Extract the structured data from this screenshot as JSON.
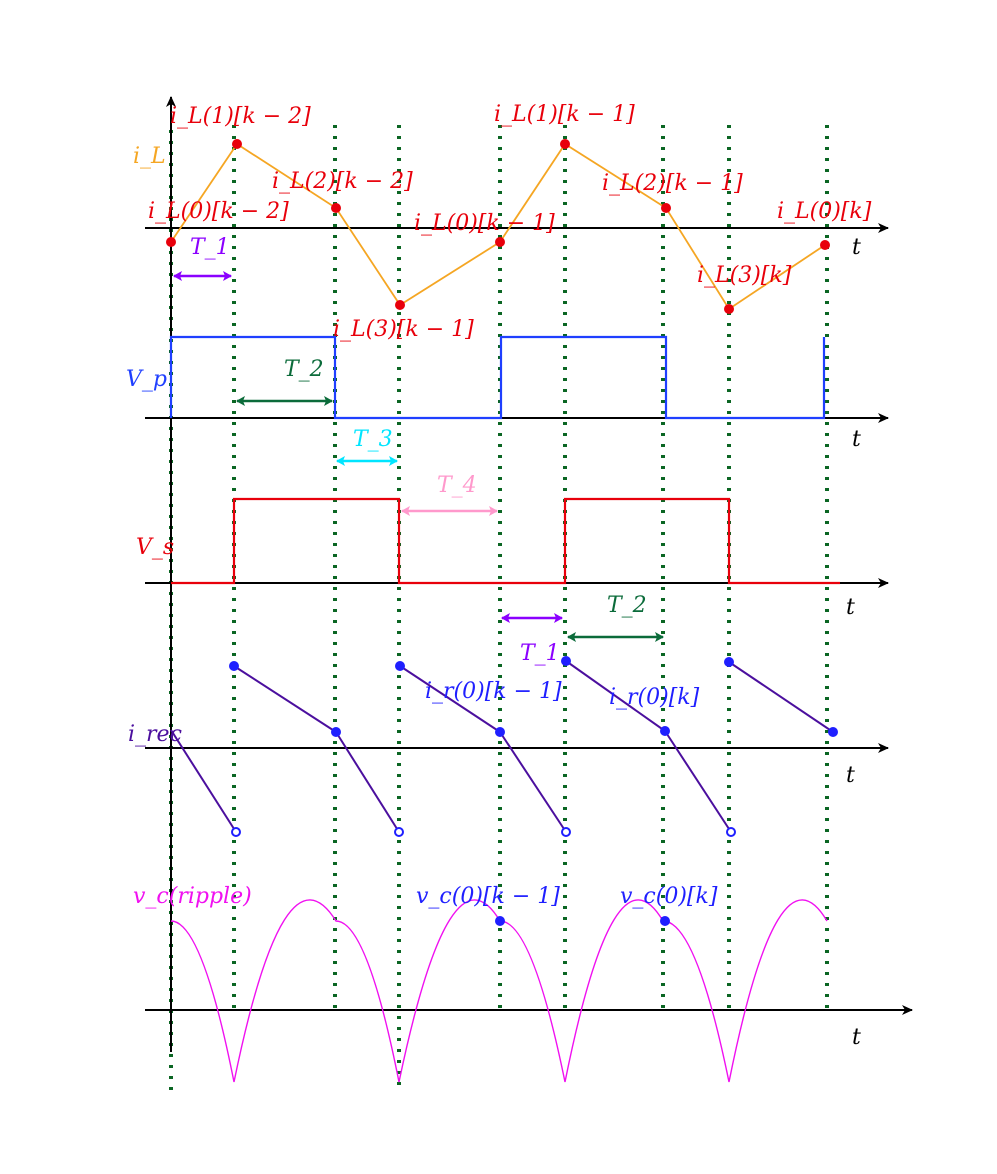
{
  "colors": {
    "axis": "#000000",
    "grid": "#0b6623",
    "iL": "#f5a623",
    "iL_points": "#e8000b",
    "Vp": "#1f3fff",
    "Vs": "#e8000b",
    "irec": "#4b0f9e",
    "irec_points": "#1f1fff",
    "vc": "#f010f0",
    "T1": "#8b00ff",
    "T2": "#0b6b3a",
    "T3": "#00e5ff",
    "T4": "#ff99cc"
  },
  "axes": {
    "t_label": "t"
  },
  "labels": {
    "iL": "i_L",
    "Vp": "V_p",
    "Vs": "V_s",
    "irec": "i_rec",
    "vc": "v_c(ripple)"
  },
  "iL_points": [
    {
      "text": "i_L(0)[k − 2]"
    },
    {
      "text": "i_L(1)[k − 2]"
    },
    {
      "text": "i_L(2)[k − 2]"
    },
    {
      "text": "i_L(3)[k − 1]"
    },
    {
      "text": "i_L(0)[k − 1]"
    },
    {
      "text": "i_L(1)[k − 1]"
    },
    {
      "text": "i_L(2)[k − 1]"
    },
    {
      "text": "i_L(3)[k]"
    },
    {
      "text": "i_L(0)[k]"
    }
  ],
  "irec_points": [
    {
      "text": "i_r(0)[k − 1]"
    },
    {
      "text": "i_r(0)[k]"
    }
  ],
  "vc_points": [
    {
      "text": "v_c(0)[k − 1]"
    },
    {
      "text": "v_c(0)[k]"
    }
  ],
  "intervals": {
    "T1": "T_1",
    "T2": "T_2",
    "T3": "T_3",
    "T4": "T_4"
  }
}
